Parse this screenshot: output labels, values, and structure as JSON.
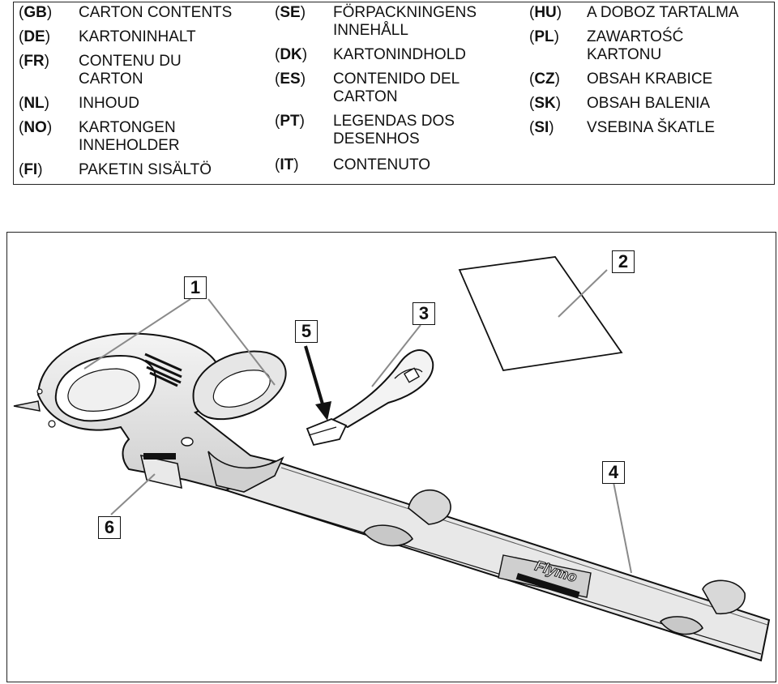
{
  "legend": {
    "col1": [
      {
        "code": "GB",
        "text": [
          "CARTON CONTENTS"
        ]
      },
      {
        "code": "DE",
        "text": [
          "KARTONINHALT"
        ]
      },
      {
        "code": "FR",
        "text": [
          "CONTENU DU",
          "CARTON"
        ]
      },
      {
        "code": "NL",
        "text": [
          "INHOUD"
        ]
      },
      {
        "code": "NO",
        "text": [
          "KARTONGEN",
          "INNEHOLDER"
        ]
      },
      {
        "code": "FI",
        "text": [
          "PAKETIN SISÄLTÖ"
        ]
      }
    ],
    "col2": [
      {
        "code": "SE",
        "text": [
          "FÖRPACKNINGENS",
          "INNEHÅLL"
        ]
      },
      {
        "code": "DK",
        "text": [
          "KARTONINDHOLD"
        ]
      },
      {
        "code": "ES",
        "text": [
          "CONTENIDO DEL",
          "CARTON"
        ]
      },
      {
        "code": "PT",
        "text": [
          "LEGENDAS DOS",
          "DESENHOS"
        ]
      },
      {
        "code": "IT",
        "text": [
          "CONTENUTO"
        ]
      }
    ],
    "col3": [
      {
        "code": "HU",
        "text": [
          "A DOBOZ TARTALMA"
        ]
      },
      {
        "code": "PL",
        "text": [
          "ZAWARTOŚĆ",
          "KARTONU"
        ]
      },
      {
        "code": "CZ",
        "text": [
          "OBSAH KRABICE"
        ]
      },
      {
        "code": "SK",
        "text": [
          "OBSAH BALENIA"
        ]
      },
      {
        "code": "SI",
        "text": [
          "VSEBINA ŠKATLE"
        ]
      }
    ]
  },
  "diagram": {
    "callouts": {
      "c1": "1",
      "c2": "2",
      "c3": "3",
      "c4": "4",
      "c5": "5",
      "c6": "6"
    },
    "brand_logo": "Flymo"
  }
}
